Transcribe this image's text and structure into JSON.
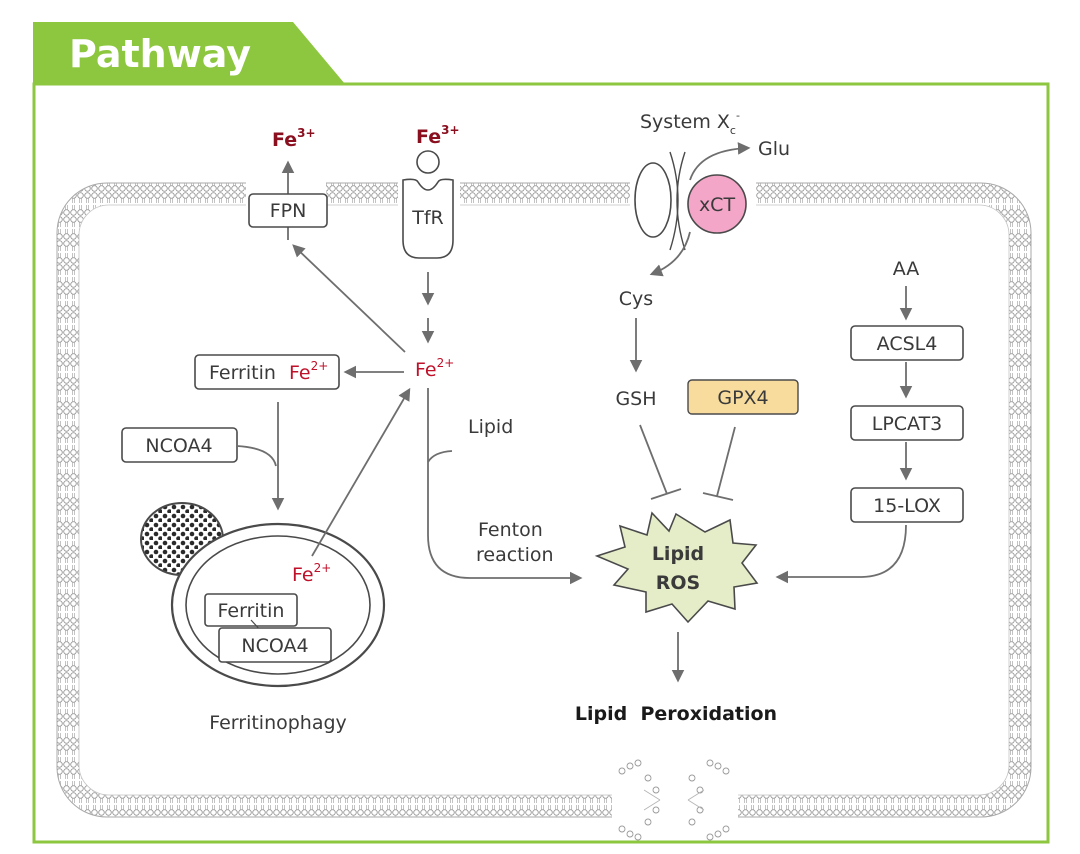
{
  "header": {
    "title": "Pathway",
    "accent_color": "#8dc63f"
  },
  "diagram": {
    "colors": {
      "frame": "#8dc63f",
      "fe_red": "#c0112a",
      "xct_fill": "#f3a6c8",
      "gpx4_fill": "#f8dc9e",
      "ros_fill": "#e4edc8"
    },
    "iron": {
      "fe3_export": {
        "symbol": "Fe",
        "charge": "3+"
      },
      "fe3_import": {
        "symbol": "Fe",
        "charge": "3+"
      },
      "fe2_center": {
        "symbol": "Fe",
        "charge": "2+"
      },
      "fe2_ferritin": {
        "symbol": "Fe",
        "charge": "2+"
      },
      "fe2_lysosome": {
        "symbol": "Fe",
        "charge": "2+"
      }
    },
    "transporters": {
      "fpn": "FPN",
      "tfr": "TfR",
      "xct": "xCT",
      "system_xc_base": "System X",
      "system_xc_sub": "c",
      "system_xc_sup": "-"
    },
    "metabolites": {
      "glu": "Glu",
      "cys": "Cys",
      "gsh": "GSH",
      "lipid": "Lipid",
      "aa": "AA"
    },
    "boxes": {
      "ferritin": "Ferritin",
      "ncoa4": "NCOA4",
      "gpx4": "GPX4",
      "acsl4": "ACSL4",
      "lpcat3": "LPCAT3",
      "lox": "15-LOX",
      "lyso_ferritin": "Ferritin",
      "lyso_ncoa4": "NCOA4"
    },
    "labels": {
      "ferritinophagy": "Ferritinophagy",
      "fenton_line1": "Fenton",
      "fenton_line2": "reaction",
      "ros_line1": "Lipid",
      "ros_line2": "ROS",
      "lipid_peroxidation": "Lipid  Peroxidation"
    }
  }
}
